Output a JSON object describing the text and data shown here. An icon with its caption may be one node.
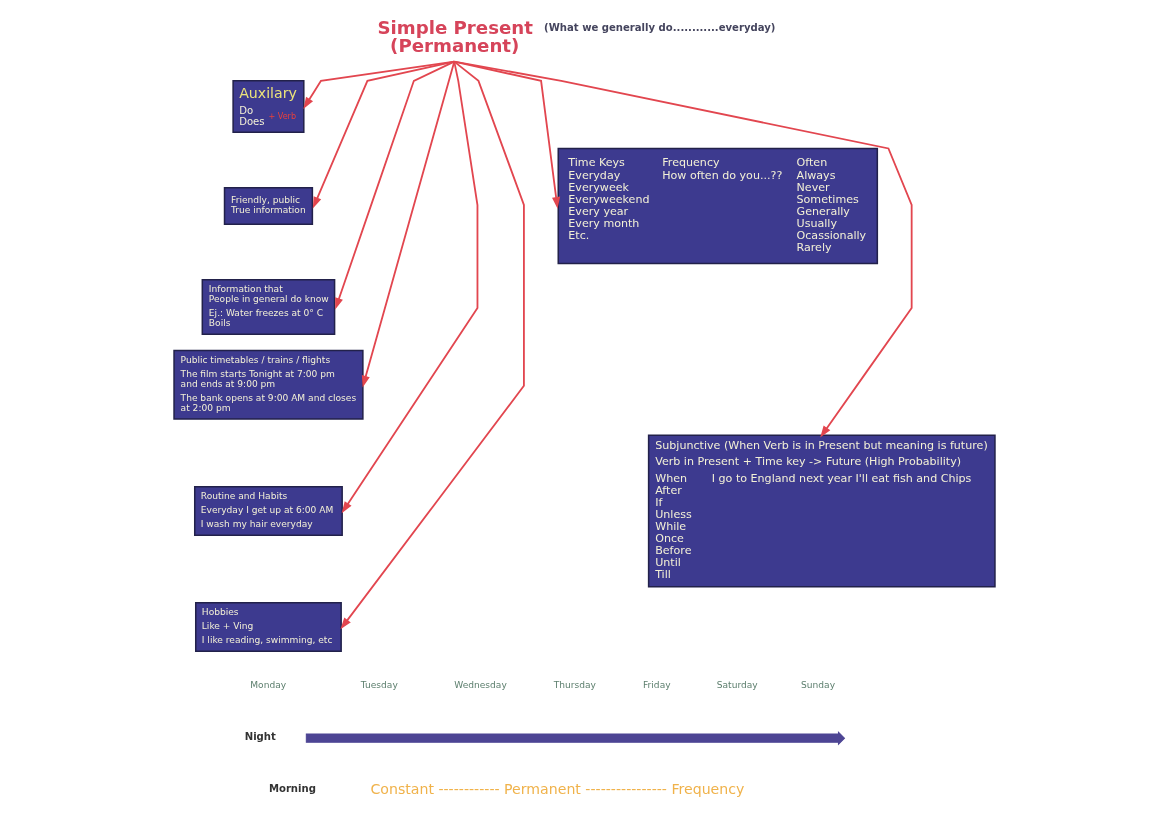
{
  "diagram": {
    "nodes": [
      {
        "text": [
          "Simple Present (Permanent)"
        ],
        "beside": [
          "(What we generally do............everyday)"
        ]
      },
      {
        "text": [
          "Auxilary",
          "Do Does",
          "+ Verb"
        ]
      },
      {
        "text": [
          "Friendly, public True information"
        ]
      },
      {
        "text": [
          "Information that People in general do know",
          "Ej.: Water freezes at 0° C Boils"
        ]
      },
      {
        "text": [
          "Public timetables / trains / flights",
          "The film starts Tonight at 7:00 pm and ends at 9:00 pm",
          "The bank opens at 9:00 AM and closes at 2:00 pm"
        ]
      },
      {
        "text": [
          "Routine and Habits",
          "Everyday I get up at 6:00 AM",
          "I wash my hair everyday"
        ]
      },
      {
        "text": [
          "Hobbies",
          "Like + Ving",
          "I like reading, swimming, etc"
        ]
      },
      {
        "text": [
          "Time Keys",
          "Everyday",
          "Everyweek",
          "Everyweekend",
          "Every year",
          "Every month",
          "Etc.",
          "Frequency",
          "How often do you...??",
          "Often",
          "Always",
          "Never",
          "Sometimes",
          "Generally",
          "Usually",
          "Ocassionally",
          "Rarely"
        ]
      },
      {
        "text": [
          "Subjunctive (When Verb is in Present but meaning is future)",
          "Verb in Present + Time key -> Future (High Probability)",
          "When",
          "I go to England next year I'll eat fish and Chips",
          "After",
          "If",
          "Unless",
          "While",
          "Once",
          "Before",
          "Until",
          "Till"
        ]
      }
    ],
    "edges": [
      {
        "from": 0,
        "to": 1,
        "arrow": "to"
      },
      {
        "from": 0,
        "to": 2,
        "arrow": "to"
      },
      {
        "from": 0,
        "to": 3,
        "arrow": "to"
      },
      {
        "from": 0,
        "to": 4,
        "arrow": "to"
      },
      {
        "from": 0,
        "to": 5,
        "arrow": "to"
      },
      {
        "from": 0,
        "to": 6,
        "arrow": "to"
      },
      {
        "from": 0,
        "to": 7,
        "arrow": "to"
      },
      {
        "from": 0,
        "to": 8,
        "arrow": "to"
      }
    ],
    "labels": [
      "Monday",
      "Tuesday",
      "Wednesday",
      "Thursday",
      "Friday",
      "Saturday",
      "Sunday",
      "Night",
      "Morning",
      "Constant ------------ Permanent ---------------- Frequency"
    ]
  }
}
